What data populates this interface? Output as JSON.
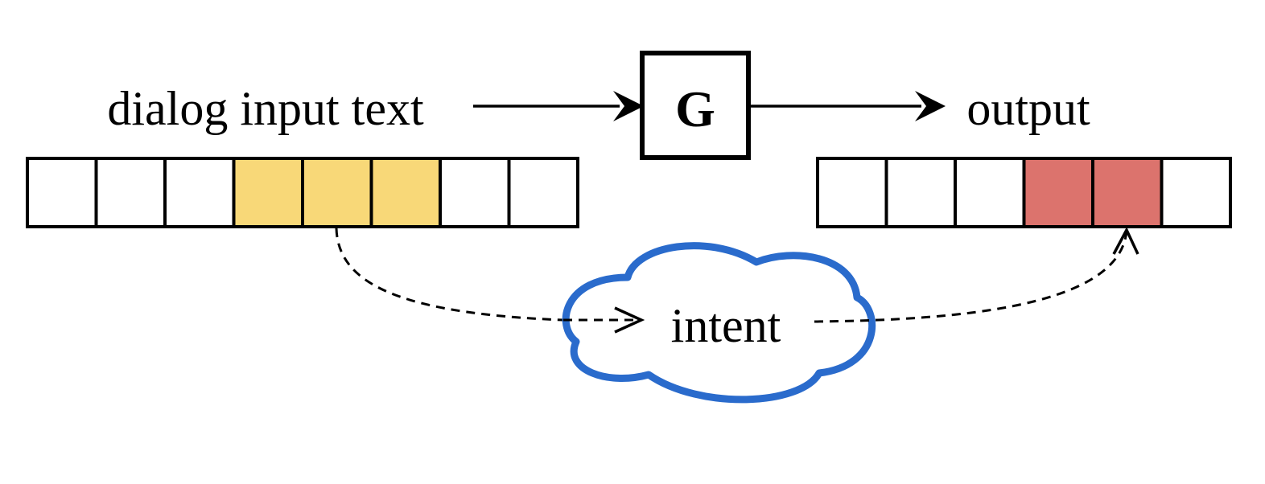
{
  "labels": {
    "input": "dialog input text",
    "model": "G",
    "output": "output",
    "intent": "intent"
  },
  "input_sequence": {
    "highlight_color": "#f8d878",
    "cells": [
      {
        "highlighted": false
      },
      {
        "highlighted": false
      },
      {
        "highlighted": false
      },
      {
        "highlighted": true
      },
      {
        "highlighted": true
      },
      {
        "highlighted": true
      },
      {
        "highlighted": false
      },
      {
        "highlighted": false
      }
    ]
  },
  "output_sequence": {
    "highlight_color": "#dc736d",
    "cells": [
      {
        "highlighted": false
      },
      {
        "highlighted": false
      },
      {
        "highlighted": false
      },
      {
        "highlighted": true
      },
      {
        "highlighted": true
      },
      {
        "highlighted": false
      }
    ]
  },
  "colors": {
    "cloud_stroke": "#2a6bcc",
    "line": "#000000"
  }
}
